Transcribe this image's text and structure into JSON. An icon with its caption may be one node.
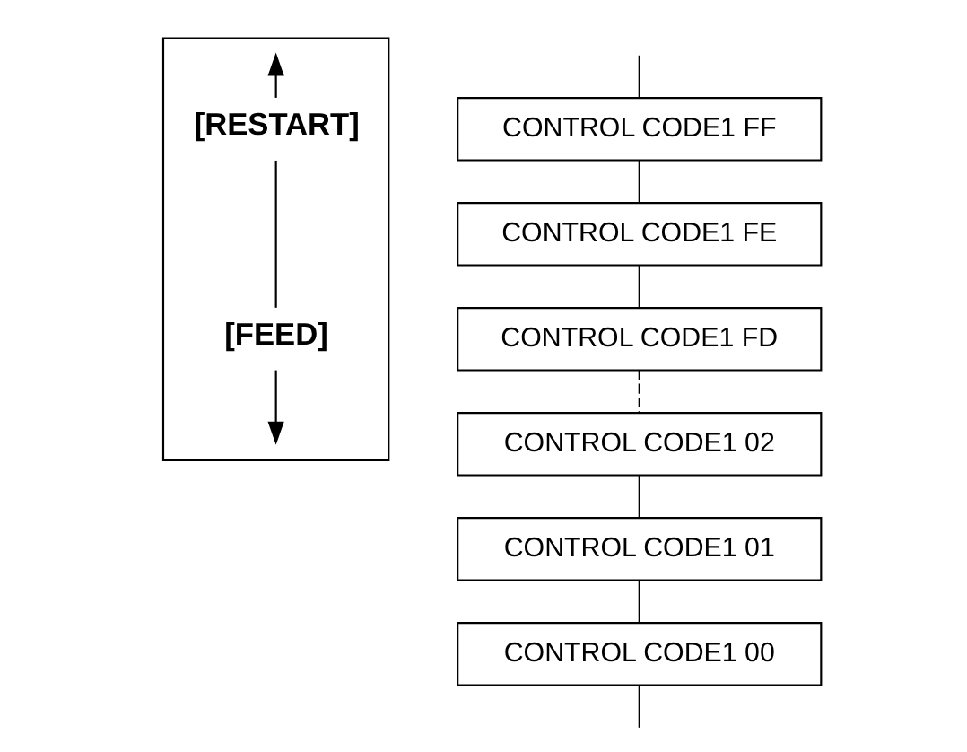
{
  "diagram": {
    "nodes": [
      {
        "text": [],
        "shape": "box"
      },
      {
        "text": [
          "[RESTART]"
        ],
        "in": 0
      },
      {
        "text": [
          "[FEED]"
        ],
        "in": 0
      },
      {
        "text": [
          "CONTROL CODE1 FF"
        ]
      },
      {
        "text": [
          "CONTROL CODE1 FE"
        ]
      },
      {
        "text": [
          "CONTROL CODE1 FD"
        ]
      },
      {
        "text": [
          "CONTROL CODE1 02"
        ]
      },
      {
        "text": [
          "CONTROL CODE1 01"
        ]
      },
      {
        "text": [
          "CONTROL CODE1 00"
        ]
      }
    ],
    "edges": [
      {
        "from": 1,
        "to": null,
        "arrow": "to"
      },
      {
        "from": 1,
        "to": 2,
        "arrow": "none"
      },
      {
        "from": 2,
        "to": null,
        "arrow": "to"
      },
      {
        "from": null,
        "to": 3,
        "arrow": "none"
      },
      {
        "from": 3,
        "to": 4,
        "arrow": "none"
      },
      {
        "from": 4,
        "to": 5,
        "arrow": "none"
      },
      {
        "from": 5,
        "to": 6,
        "arrow": "none",
        "style": "dashed"
      },
      {
        "from": 6,
        "to": 7,
        "arrow": "none"
      },
      {
        "from": 7,
        "to": 8,
        "arrow": "none"
      },
      {
        "from": 8,
        "to": null,
        "arrow": "none"
      }
    ]
  }
}
